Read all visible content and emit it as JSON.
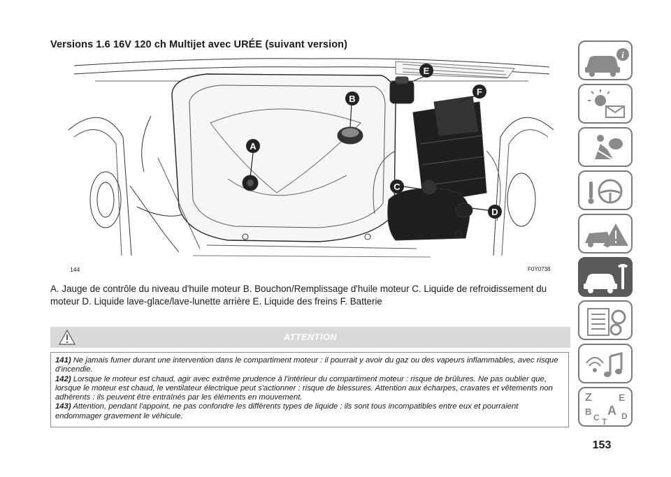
{
  "section_title": "Versions 1.6 16V 120 ch Multijet avec URÉE (suivant version)",
  "figure": {
    "number": "144",
    "code": "F0Y0738",
    "callouts": [
      "A",
      "B",
      "C",
      "D",
      "E",
      "F"
    ]
  },
  "caption": "A. Jauge de contrôle du niveau d'huile moteur B. Bouchon/Remplissage d'huile moteur C. Liquide de refroidissement du moteur D. Liquide lave-glace/lave-lunette arrière E. Liquide des freins F. Batterie",
  "warning": {
    "title": "ATTENTION",
    "items": [
      {
        "num": "141)",
        "text": "Ne jamais fumer durant une intervention dans le compartiment moteur : il pourrait y avoir du gaz ou des vapeurs inflammables, avec risque d'incendie."
      },
      {
        "num": "142)",
        "text": "Lorsque le moteur est chaud, agir avec extrême prudence à l'intérieur du compartiment moteur : risque de brûlures. Ne pas oublier que, lorsque le moteur est chaud, le ventilateur électrique peut s'actionner : risque de blessures. Attention aux écharpes, cravates et vêtements non adhérents : ils peuvent être entraînés par les éléments en mouvement."
      },
      {
        "num": "143)",
        "text": "Attention, pendant l'appoint, ne pas confondre les différents types de liquide : ils sont tous incompatibles entre eux et pourraient endommager gravement le véhicule."
      }
    ]
  },
  "page_number": "153",
  "side_tabs": {
    "active_index": 5,
    "icons": [
      "car-info-icon",
      "warning-lights-icon",
      "airbag-safety-icon",
      "steering-wheel-icon",
      "emergency-icon",
      "car-maintenance-icon",
      "technical-data-icon",
      "multimedia-icon",
      "index-icon"
    ],
    "index_letters": [
      "Z",
      "E",
      "B",
      "A",
      "C",
      "D",
      "T"
    ]
  }
}
